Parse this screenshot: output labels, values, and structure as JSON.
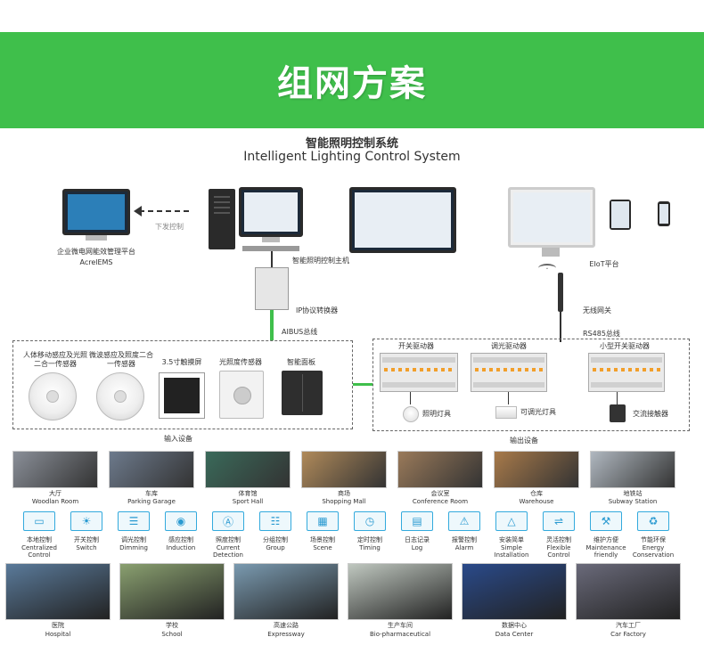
{
  "banner": {
    "title": "组网方案"
  },
  "system": {
    "title_cn": "智能照明控制系统",
    "title_en": "Intelligent Lighting Control System"
  },
  "platform": {
    "label_cn": "企业微电网能效管理平台",
    "label_en": "AcrelEMS"
  },
  "arrow_label": "下发控制",
  "host_label": "智能照明控制主机",
  "eiot_label": "EIoT平台",
  "gateway_label": "IP协议转换器",
  "bus_label": "AIBUS总线",
  "wireless_label": "无线网关",
  "rs485_label": "RS485总线",
  "input_devices": {
    "items": [
      {
        "label": "人体移动感应及光照二合一传感器"
      },
      {
        "label": "微波感应及照度二合一传感器"
      },
      {
        "label": "3.5寸触摸屏"
      },
      {
        "label": "光照度传感器"
      },
      {
        "label": "智能面板"
      }
    ],
    "caption": "输入设备"
  },
  "output_devices": {
    "modules": [
      {
        "label": "开关驱动器"
      },
      {
        "label": "调光驱动器"
      },
      {
        "label": "小型开关驱动器"
      }
    ],
    "loads": [
      {
        "label": "照明灯具"
      },
      {
        "label": "可调光灯具"
      },
      {
        "label": "交流接触器"
      }
    ],
    "caption": "输出设备"
  },
  "scenes": [
    {
      "cn": "大厅",
      "en": "Woodlan Room"
    },
    {
      "cn": "车库",
      "en": "Parking Garage"
    },
    {
      "cn": "体育馆",
      "en": "Sport Hall"
    },
    {
      "cn": "商场",
      "en": "Shopping Mall"
    },
    {
      "cn": "会议室",
      "en": "Conference Room"
    },
    {
      "cn": "仓库",
      "en": "Warehouse"
    },
    {
      "cn": "地铁站",
      "en": "Subway Station"
    }
  ],
  "functions": [
    {
      "cn": "本地控制",
      "en": "Centralized Control",
      "icon": "monitor-icon",
      "glyph": "▭"
    },
    {
      "cn": "开关控制",
      "en": "Switch",
      "icon": "bulb-icon",
      "glyph": "☀"
    },
    {
      "cn": "调光控制",
      "en": "Dimming",
      "icon": "slider-icon",
      "glyph": "☰"
    },
    {
      "cn": "感应控制",
      "en": "Induction",
      "icon": "sensor-icon",
      "glyph": "◉"
    },
    {
      "cn": "照度控制",
      "en": "Current Detection",
      "icon": "gauge-icon",
      "glyph": "Ⓐ"
    },
    {
      "cn": "分组控制",
      "en": "Group",
      "icon": "list-icon",
      "glyph": "☷"
    },
    {
      "cn": "场景控制",
      "en": "Scene",
      "icon": "grid-icon",
      "glyph": "▦"
    },
    {
      "cn": "定时控制",
      "en": "Timing",
      "icon": "clock-icon",
      "glyph": "◷"
    },
    {
      "cn": "日志记录",
      "en": "Log",
      "icon": "log-icon",
      "glyph": "▤"
    },
    {
      "cn": "报警控制",
      "en": "Alarm",
      "icon": "alarm-icon",
      "glyph": "⚠"
    },
    {
      "cn": "安装简单",
      "en": "Simple Installation",
      "icon": "triangle-icon",
      "glyph": "△"
    },
    {
      "cn": "灵活控制",
      "en": "Flexible Control",
      "icon": "flex-icon",
      "glyph": "⇌"
    },
    {
      "cn": "维护方便",
      "en": "Maintenance friendly",
      "icon": "wrench-icon",
      "glyph": "⚒"
    },
    {
      "cn": "节能环保",
      "en": "Energy Conservation",
      "icon": "recycle-icon",
      "glyph": "♻"
    }
  ],
  "applications": [
    {
      "cn": "医院",
      "en": "Hospital"
    },
    {
      "cn": "学校",
      "en": "School"
    },
    {
      "cn": "高速公路",
      "en": "Expressway"
    },
    {
      "cn": "生产车间",
      "en": "Bio-pharmaceutical"
    },
    {
      "cn": "数据中心",
      "en": "Data Center"
    },
    {
      "cn": "汽车工厂",
      "en": "Car Factory"
    }
  ]
}
